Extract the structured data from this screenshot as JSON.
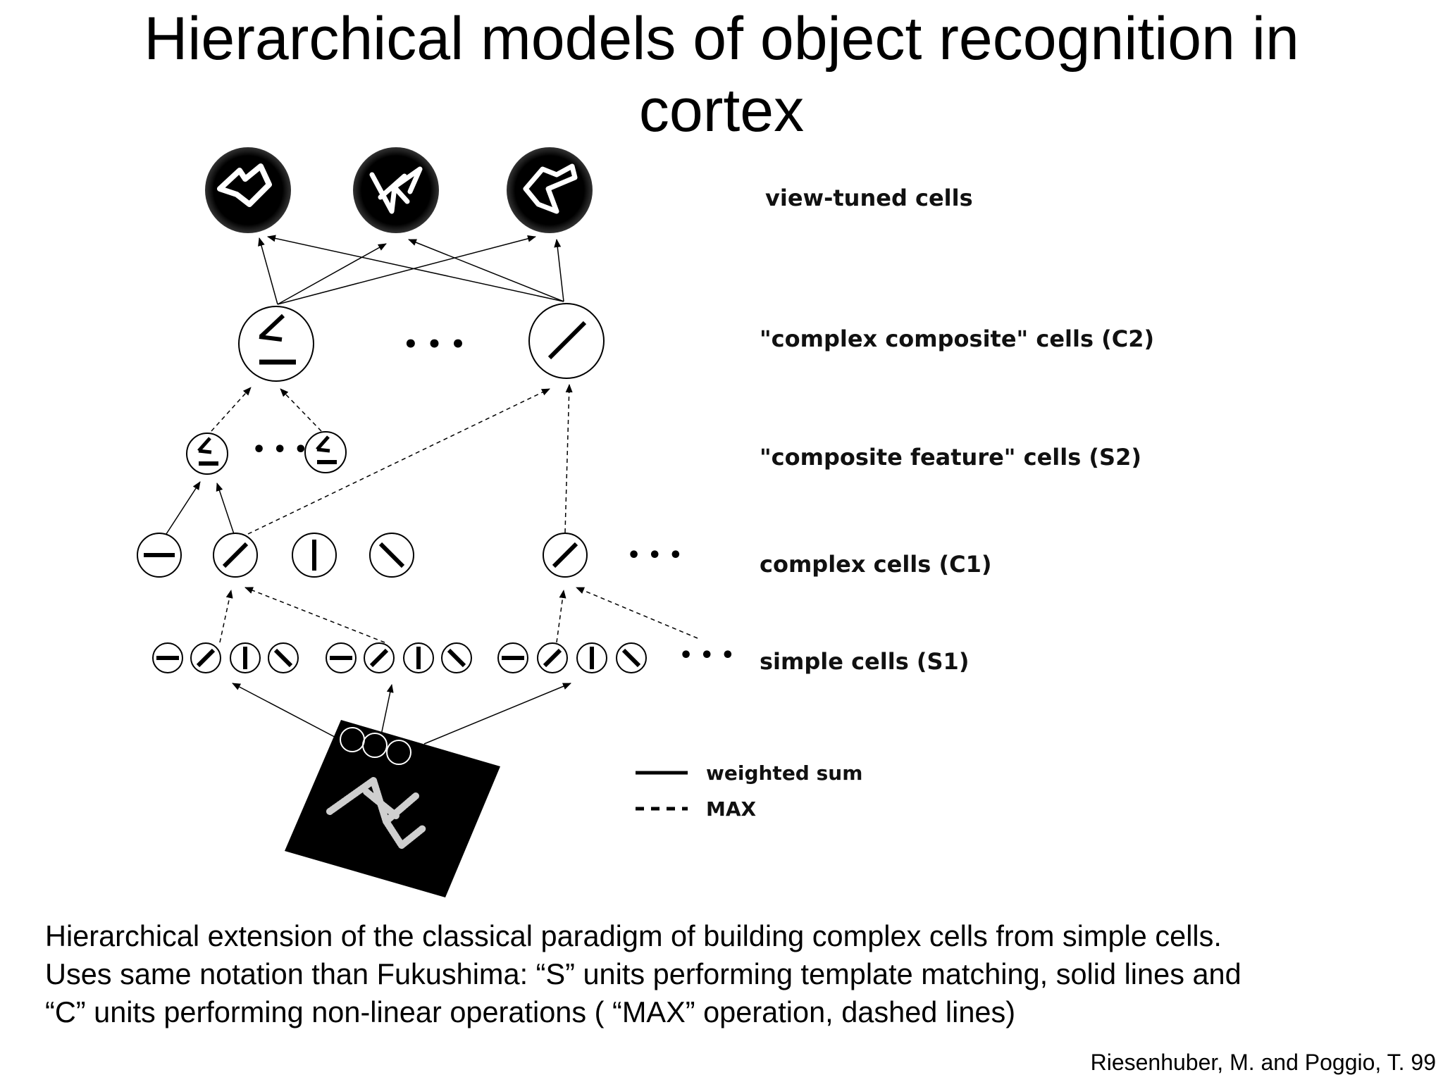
{
  "title": {
    "line1": "Hierarchical models of object recognition in",
    "line2": "cortex"
  },
  "layers": {
    "view_tuned": "view-tuned cells",
    "c2": "\"complex composite\" cells (C2)",
    "s2": "\"composite feature\" cells (S2)",
    "c1": "complex cells (C1)",
    "s1": "simple cells (S1)"
  },
  "ellipsis": "• • •",
  "legend": {
    "solid": "weighted sum",
    "dashed": "MAX"
  },
  "caption": {
    "line1": "Hierarchical extension of the classical paradigm of building complex cells from simple cells.",
    "line2": "Uses same notation than Fukushima: “S” units performing template matching, solid lines and",
    "line3": "“C” units performing non-linear operations ( “MAX” operation, dashed lines)"
  },
  "citation": "Riesenhuber, M. and Poggio, T. 99",
  "colors": {
    "ink": "#000000",
    "background": "#ffffff"
  }
}
